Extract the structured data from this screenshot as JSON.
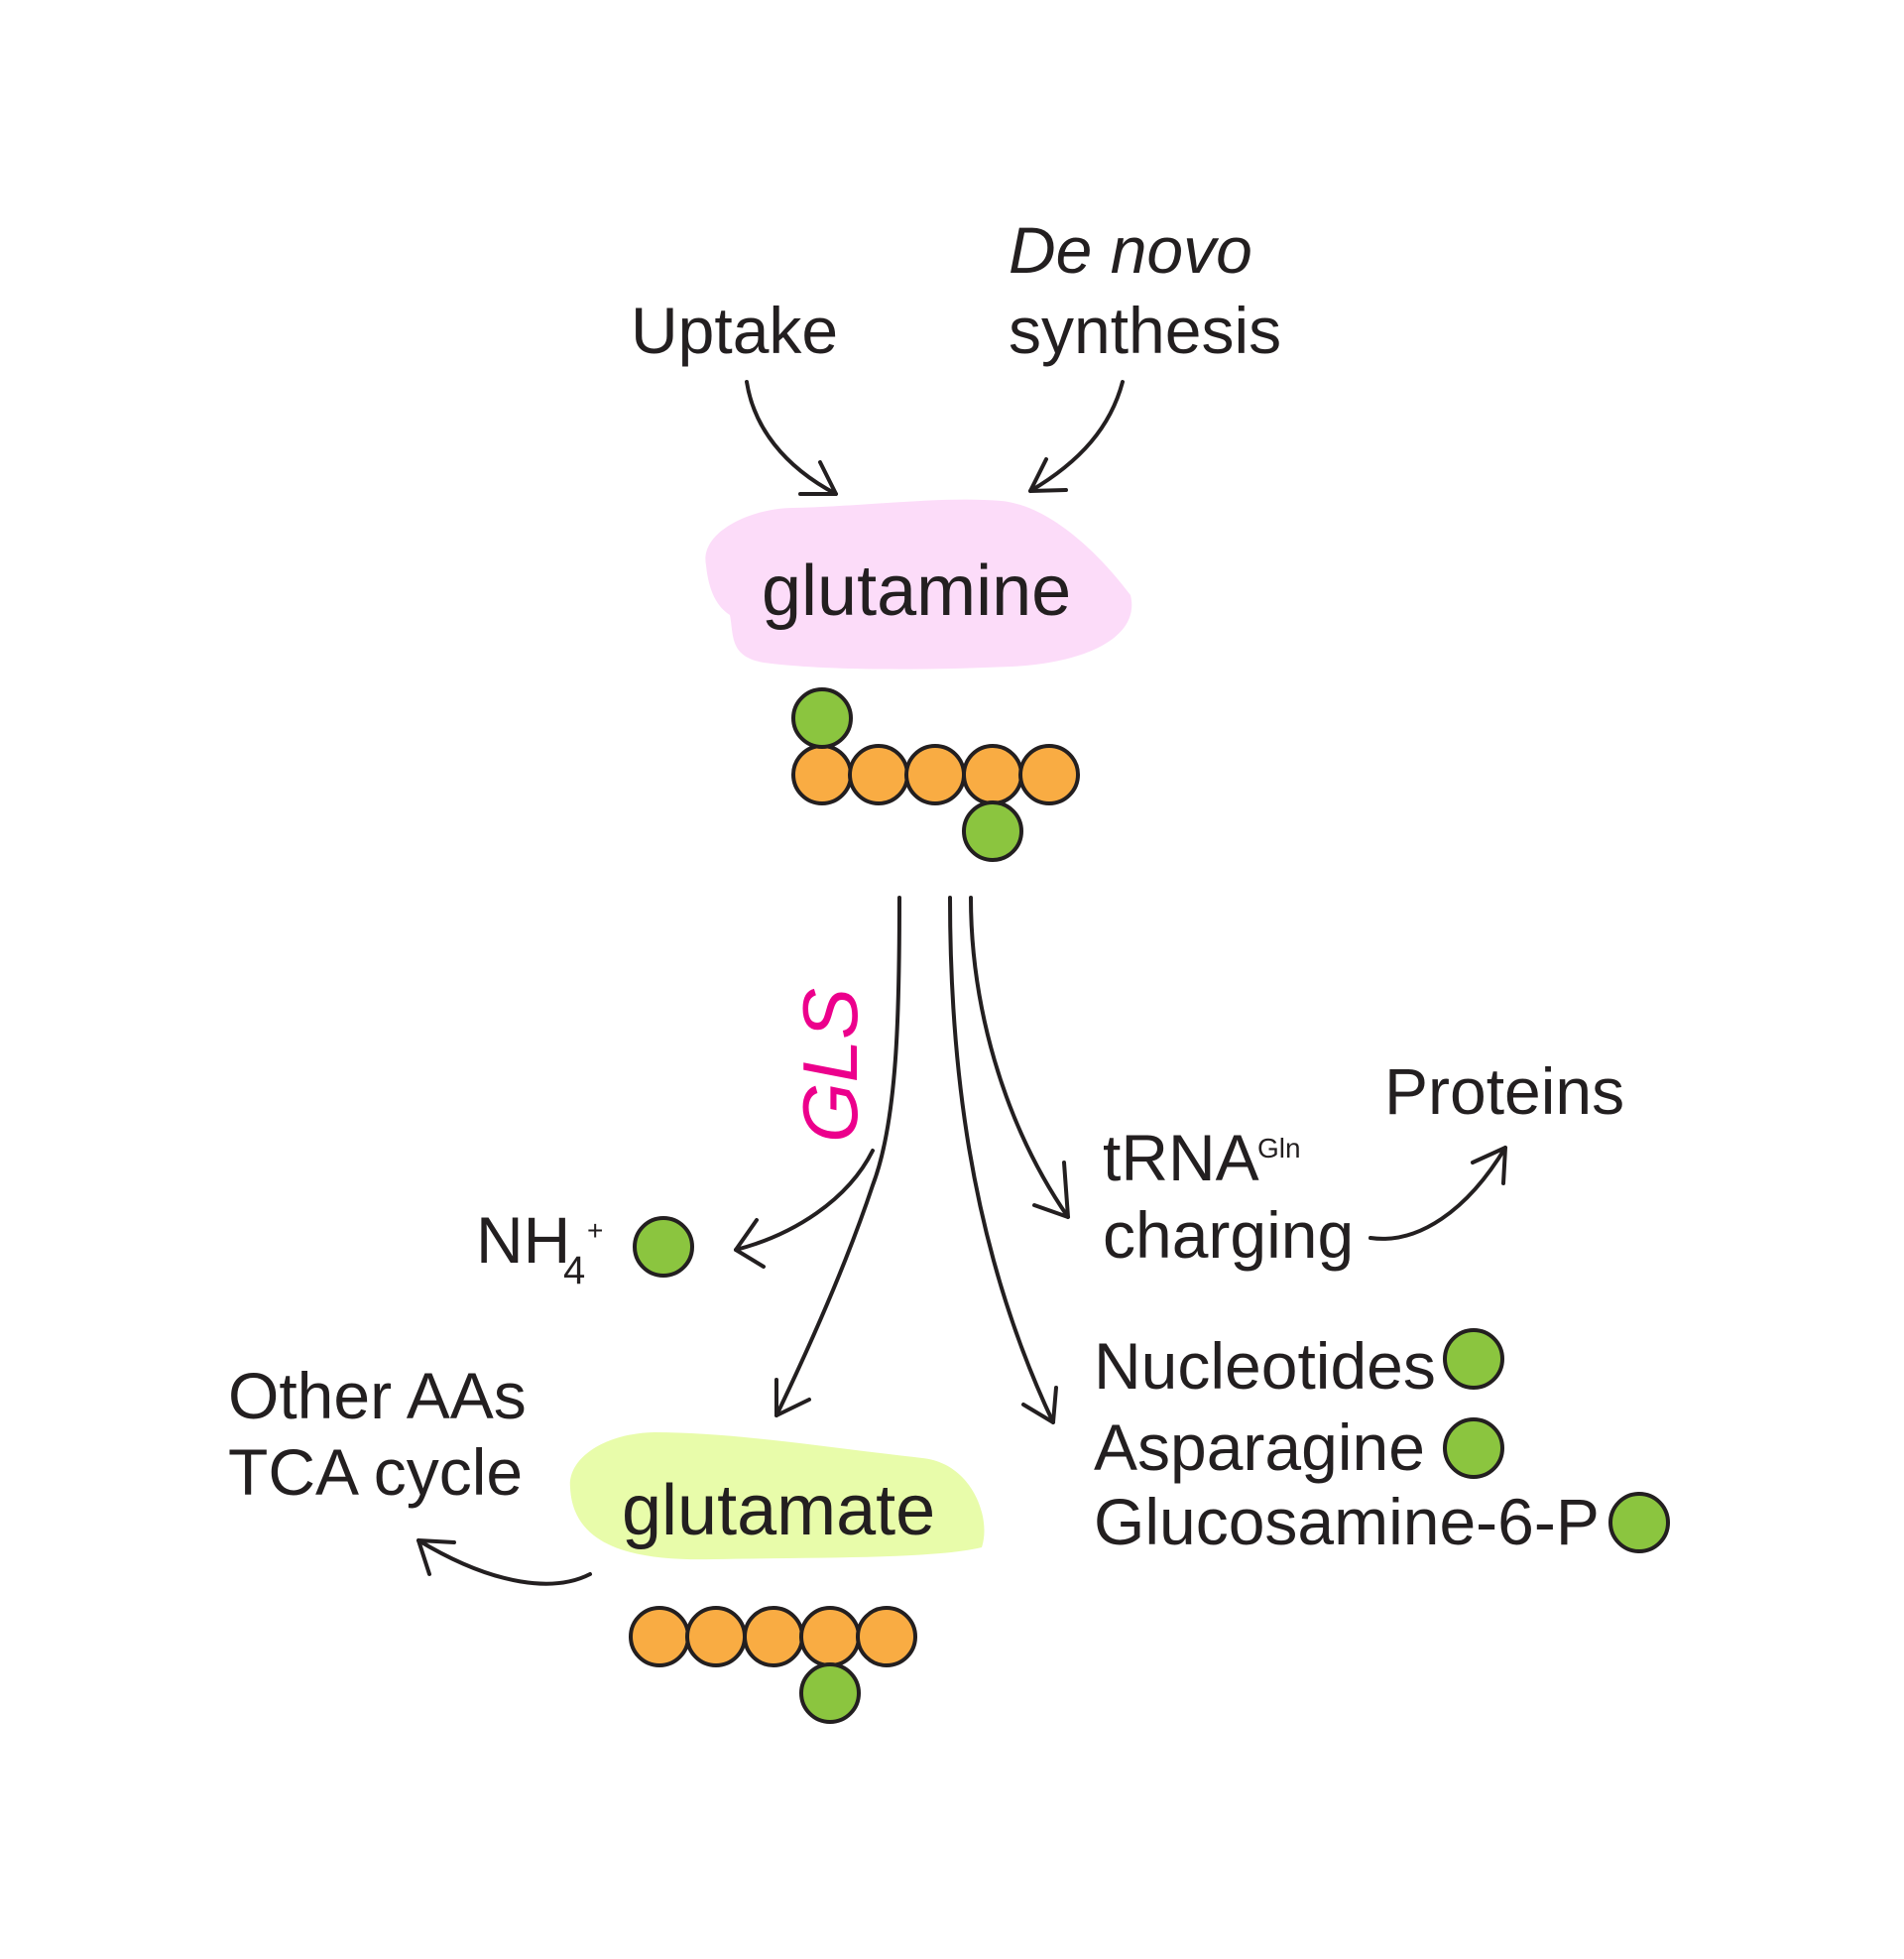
{
  "colors": {
    "carbon": "#f9ac43",
    "nitrogen": "#8bc53f",
    "outline": "#231f20",
    "glutamine_highlight": "#fcdcf9",
    "glutamate_highlight": "#e8fcaa",
    "enzyme": "#ec008c"
  },
  "sources": {
    "uptake": "Uptake",
    "de_novo_italic": "De novo",
    "de_novo_rest": "synthesis"
  },
  "glutamine": {
    "label": "glutamine",
    "carbon_atoms": 5,
    "nitrogen_atoms": 2
  },
  "enzyme": {
    "label": "GLS"
  },
  "ammonium": {
    "base": "NH",
    "subscript": "4",
    "superscript": "+"
  },
  "glutamate": {
    "label": "glutamate",
    "carbon_atoms": 5,
    "nitrogen_atoms": 1
  },
  "glutamate_fates": {
    "line1": "Other AAs",
    "line2": "TCA cycle"
  },
  "trna": {
    "base": "tRNA",
    "superscript": "Gln",
    "line2": "charging",
    "product": "Proteins"
  },
  "nitrogen_products": [
    {
      "label": "Nucleotides"
    },
    {
      "label": "Asparagine"
    },
    {
      "label": "Glucosamine-6-P"
    }
  ]
}
